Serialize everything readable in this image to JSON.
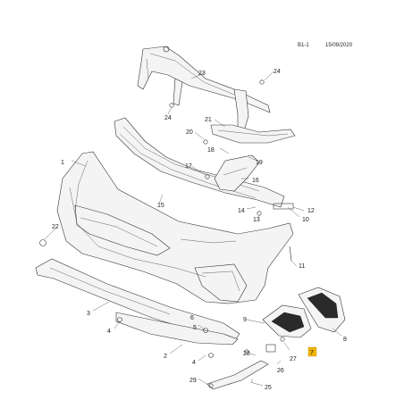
{
  "header": {
    "ref": "B1-1",
    "date": "15/09/2020"
  },
  "callouts": [
    {
      "id": "c1",
      "label": "1"
    },
    {
      "id": "c2",
      "label": "2"
    },
    {
      "id": "c3",
      "label": "3"
    },
    {
      "id": "c4a",
      "label": "4"
    },
    {
      "id": "c4b",
      "label": "4"
    },
    {
      "id": "c5",
      "label": "5"
    },
    {
      "id": "c6",
      "label": "6"
    },
    {
      "id": "c7",
      "label": "7",
      "highlight": true
    },
    {
      "id": "c8",
      "label": "8"
    },
    {
      "id": "c9",
      "label": "9"
    },
    {
      "id": "c10",
      "label": "10"
    },
    {
      "id": "c11",
      "label": "11"
    },
    {
      "id": "c12",
      "label": "12"
    },
    {
      "id": "c13",
      "label": "13"
    },
    {
      "id": "c14",
      "label": "14"
    },
    {
      "id": "c15",
      "label": "15"
    },
    {
      "id": "c16",
      "label": "16"
    },
    {
      "id": "c17",
      "label": "17"
    },
    {
      "id": "c18",
      "label": "18"
    },
    {
      "id": "c19",
      "label": "19"
    },
    {
      "id": "c20",
      "label": "20"
    },
    {
      "id": "c21",
      "label": "21"
    },
    {
      "id": "c22",
      "label": "22"
    },
    {
      "id": "c23",
      "label": "23"
    },
    {
      "id": "c24a",
      "label": "24"
    },
    {
      "id": "c24b",
      "label": "24"
    },
    {
      "id": "c25",
      "label": "25"
    },
    {
      "id": "c26",
      "label": "26"
    },
    {
      "id": "c27",
      "label": "27"
    },
    {
      "id": "c28",
      "label": "28"
    },
    {
      "id": "c29",
      "label": "29"
    }
  ],
  "colors": {
    "highlight": "#f0b400",
    "ink": "#333333"
  }
}
